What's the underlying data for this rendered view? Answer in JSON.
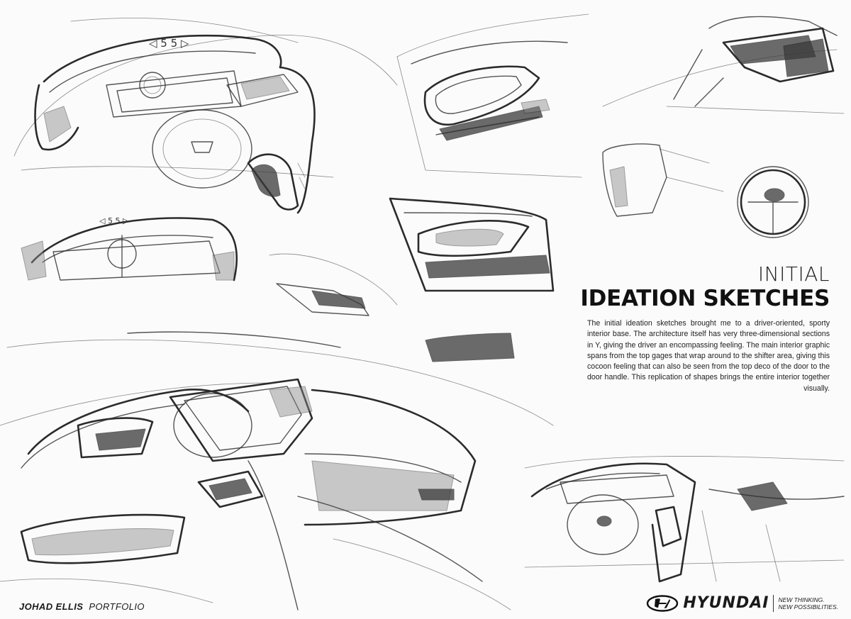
{
  "title": {
    "line1": "INITIAL",
    "line2": "IDEATION SKETCHES"
  },
  "description": "The initial ideation sketches brought me to a driver-oriented, sporty interior base. The architecture itself has very three-dimensional sections in Y, giving the driver an encompassing feeling. The main interior graphic spans from the top gages that wrap around to the shifter area, giving this cocoon feeling that can also be seen from the top deco of the door to the door handle. This replication of shapes brings the entire interior together visually.",
  "footer": {
    "author": "JOHAD ELLIS",
    "portfolio": "PORTFOLIO"
  },
  "brand": {
    "name": "HYUNDAI",
    "tagline_1": "NEW THINKING.",
    "tagline_2": "NEW POSSIBILITIES."
  },
  "sketch_labels": {
    "gauge_top_1": "◁ 5 5 ▷",
    "gauge_top_2": "◁ 5 5 ▷"
  }
}
